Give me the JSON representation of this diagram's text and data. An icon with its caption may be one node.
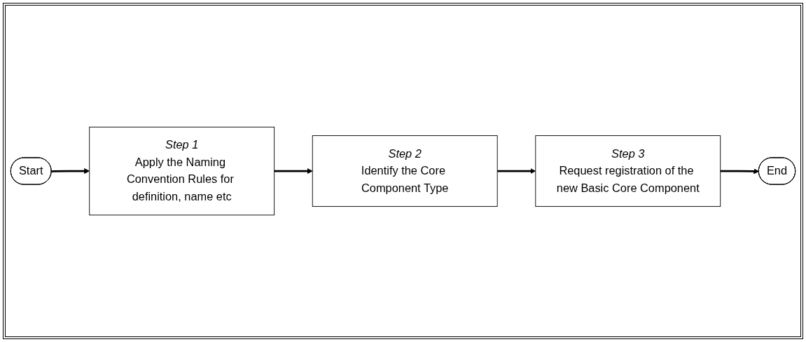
{
  "diagram": {
    "nodes": [
      {
        "text": [
          "Start"
        ]
      },
      {
        "text": [
          "Step 1",
          "Apply the Naming Convention Rules for definition, name etc"
        ]
      },
      {
        "text": [
          "Step 2",
          "Identify the Core Component Type"
        ]
      },
      {
        "text": [
          "Step 3",
          "Request registration of the new Basic Core Component"
        ]
      },
      {
        "text": [
          "End"
        ]
      }
    ],
    "edges": [
      {
        "from": 0,
        "to": 1,
        "arrow": "to"
      },
      {
        "from": 1,
        "to": 2,
        "arrow": "to"
      },
      {
        "from": 2,
        "to": 3,
        "arrow": "to"
      },
      {
        "from": 3,
        "to": 4,
        "arrow": "to"
      }
    ]
  }
}
